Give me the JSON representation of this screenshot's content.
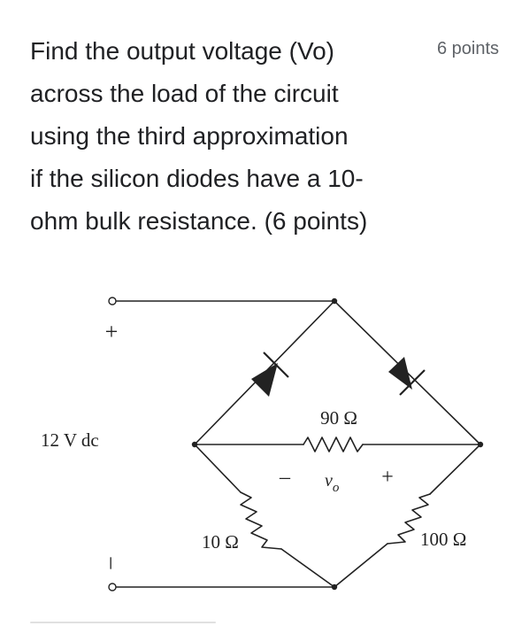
{
  "question": {
    "lines": [
      "Find the output voltage (Vo)",
      "across the load of the circuit",
      "using the third approximation",
      "if the silicon diodes have a 10-",
      "ohm bulk resistance. (6 points)"
    ],
    "points_label": "6 points"
  },
  "circuit": {
    "source_label": "12 V dc",
    "plus_label": "+",
    "minus_label": "–",
    "r_load_label": "90 Ω",
    "r_left_label": "10 Ω",
    "r_right_label": "100 Ω",
    "vo_label": "v",
    "vo_subscript": "o",
    "vo_minus": "–",
    "vo_plus": "+",
    "colors": {
      "wire": "#222222",
      "text": "#202124",
      "muted": "#5f6368"
    }
  }
}
